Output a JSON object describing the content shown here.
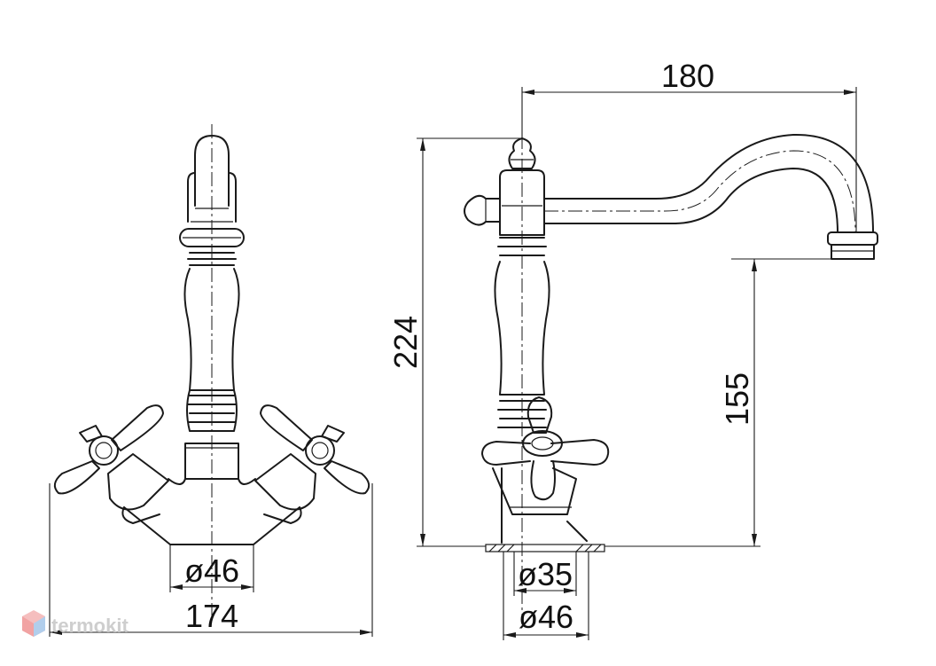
{
  "dimensions": {
    "spout_reach": "180",
    "total_height": "224",
    "spout_height": "155",
    "front_base_diameter": "ø46",
    "front_width": "174",
    "side_hole_diameter": "ø35",
    "side_base_diameter": "ø46"
  },
  "watermark": {
    "text": "termokit",
    "logo_icon": "hexagon-cube-icon",
    "color": "#c9c9c9"
  }
}
